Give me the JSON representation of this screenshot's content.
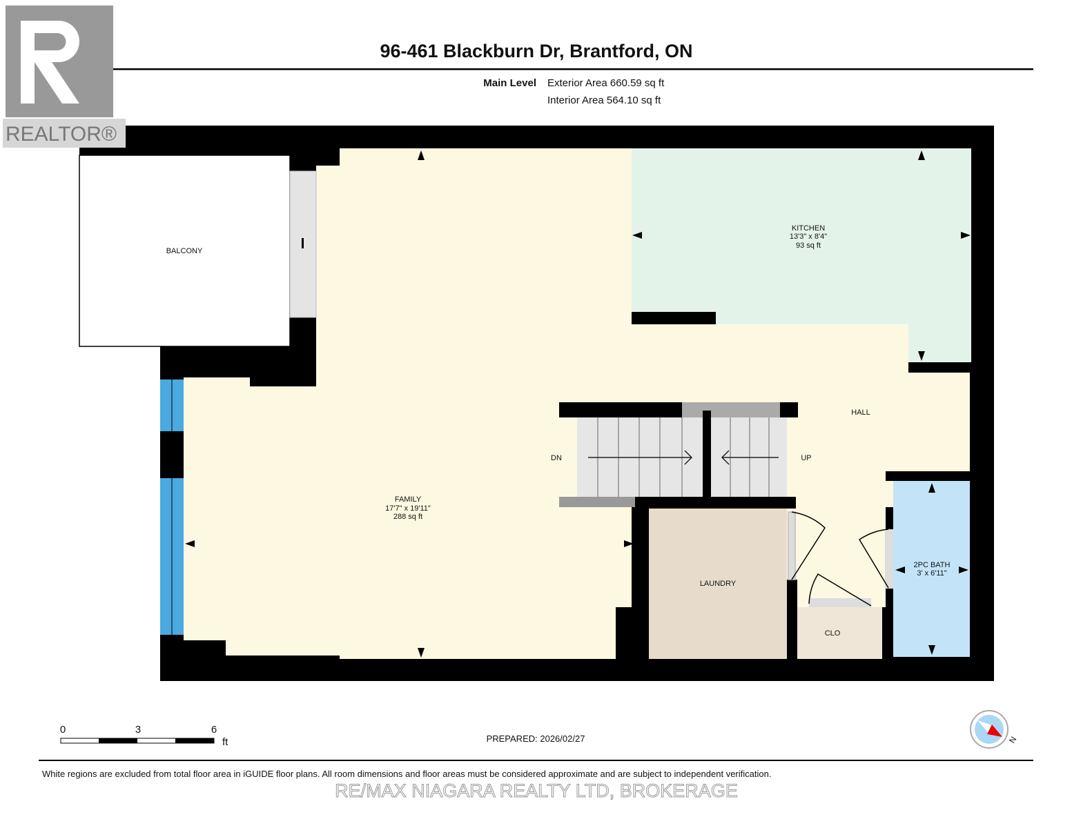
{
  "header": {
    "title": "96-461 Blackburn Dr, Brantford, ON",
    "level": "Main Level",
    "exterior_area": "Exterior Area 660.59 sq ft",
    "interior_area": "Interior Area 564.10 sq ft"
  },
  "logo": {
    "text": "REALTOR®"
  },
  "rooms": {
    "balcony": {
      "name": "BALCONY"
    },
    "kitchen": {
      "name": "KITCHEN",
      "dims": "13'3\" x 8'4\"",
      "area": "93 sq ft"
    },
    "family": {
      "name": "FAMILY",
      "dims": "17'7\" x 19'11\"",
      "area": "288 sq ft"
    },
    "hall": {
      "name": "HALL"
    },
    "laundry": {
      "name": "LAUNDRY"
    },
    "clo": {
      "name": "CLO"
    },
    "bath": {
      "name": "2PC BATH",
      "dims": "3' x 6'11\""
    }
  },
  "stairs": {
    "down": "DN",
    "up": "UP"
  },
  "scale": {
    "ticks": [
      "0",
      "3",
      "6"
    ],
    "unit": "ft"
  },
  "prepared": "PREPARED: 2026/02/27",
  "compass": {
    "label": "N"
  },
  "footer": {
    "disclaimer": "White regions are excluded from total floor area in iGUIDE floor plans. All room dimensions and floor areas must be considered approximate and are subject to independent verification.",
    "watermark": "RE/MAX NIAGARA REALTY LTD, BROKERAGE"
  },
  "colors": {
    "wall": "#000000",
    "family": "#fdf8e2",
    "kitchen": "#e4f3ea",
    "laundry": "#e7dccb",
    "bath": "#c3e4f8",
    "window": "#4aaadf"
  }
}
